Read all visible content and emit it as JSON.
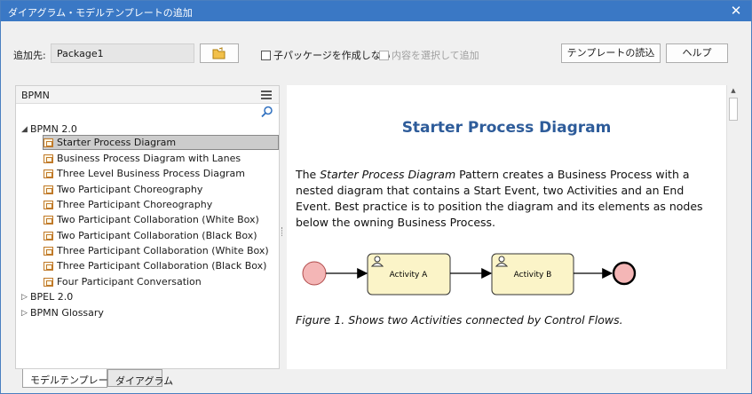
{
  "window": {
    "title": "ダイアグラム・モデルテンプレートの追加",
    "close_glyph": "✕"
  },
  "toolbar": {
    "dest_label": "追加先:",
    "dest_value": "Package1",
    "no_child_package_label": "子パッケージを作成しない",
    "no_child_package_checked": false,
    "select_content_label": "内容を選択して追加",
    "select_content_enabled": false,
    "load_template_label": "テンプレートの読込",
    "help_label": "ヘルプ"
  },
  "left_panel": {
    "header": "BPMN",
    "tree": [
      {
        "label": "BPMN 2.0",
        "expanded": true,
        "children": [
          {
            "label": "Starter Process Diagram",
            "selected": true
          },
          {
            "label": "Business Process Diagram with Lanes"
          },
          {
            "label": "Three Level Business Process Diagram"
          },
          {
            "label": "Two Participant Choreography"
          },
          {
            "label": "Three Participant Choreography"
          },
          {
            "label": "Two Participant Collaboration (White Box)"
          },
          {
            "label": "Two Participant Collaboration (Black Box)"
          },
          {
            "label": "Three Participant Collaboration (White Box)"
          },
          {
            "label": "Three Participant Collaboration (Black Box)"
          },
          {
            "label": "Four Participant Conversation"
          }
        ]
      },
      {
        "label": "BPEL 2.0",
        "expanded": false
      },
      {
        "label": "BPMN Glossary",
        "expanded": false
      }
    ]
  },
  "document": {
    "title": "Starter Process Diagram",
    "para_prefix": "The ",
    "para_italic": "Starter Process Diagram",
    "para_rest": " Pattern creates a Business Process with a nested diagram that contains a Start Event, two Activities and an End Event. Best practice is to position the diagram and its elements as nodes below the owning Business Process.",
    "activity_a": "Activity A",
    "activity_b": "Activity B",
    "caption": "Figure 1. Shows two Activities connected by Control Flows."
  },
  "tabs": [
    "モデルテンプレート",
    "ダイアグラム"
  ],
  "colors": {
    "titlebar": "#3a78c5",
    "doc_title": "#2e5c9a",
    "event_fill": "#f4b6b6",
    "activity_fill": "#fbf4c8"
  }
}
